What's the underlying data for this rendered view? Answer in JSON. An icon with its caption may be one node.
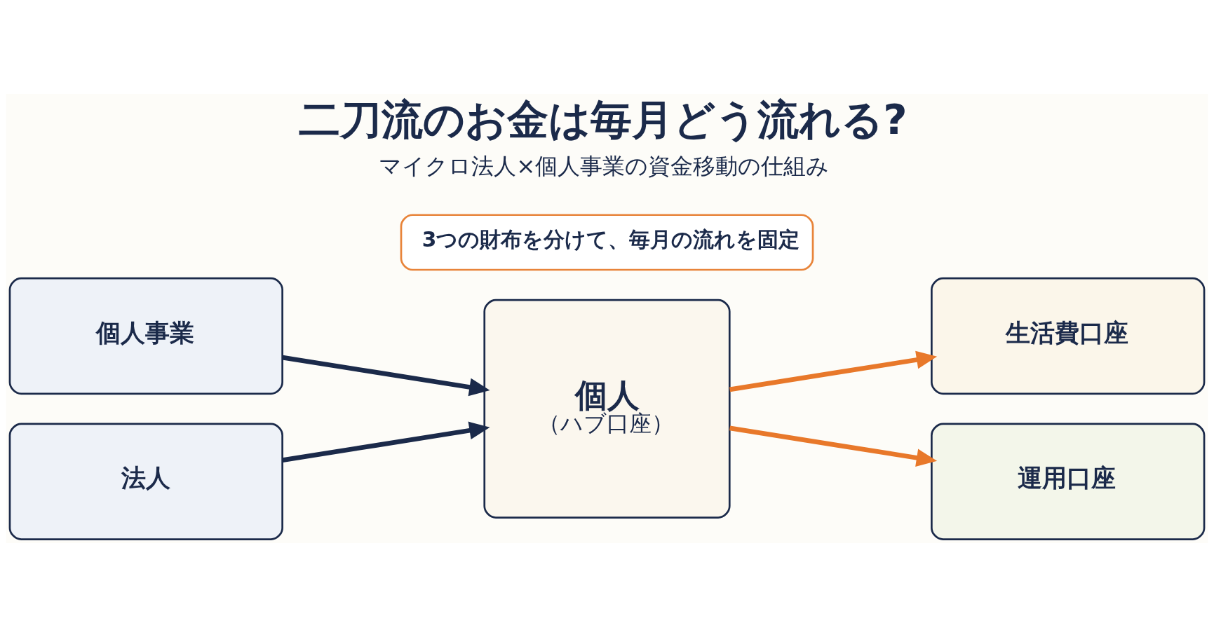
{
  "diagram": {
    "title": "二刀流のお金は毎月どう流れる?",
    "nodes": [
      {
        "text": [
          "3つの財布を分けて、毎月の流れを固定"
        ]
      },
      {
        "text": [
          "個人事業"
        ]
      },
      {
        "text": [
          "法人"
        ]
      },
      {
        "text": [
          "個人",
          "（ハブ口座）"
        ]
      },
      {
        "text": [
          "生活費口座"
        ]
      },
      {
        "text": [
          "運用口座"
        ]
      }
    ],
    "edges": [
      {
        "from": 1,
        "to": 3,
        "arrow": "to",
        "color": "#1b2a4a"
      },
      {
        "from": 2,
        "to": 3,
        "arrow": "to",
        "color": "#1b2a4a"
      },
      {
        "from": 3,
        "to": 4,
        "arrow": "to",
        "color": "#e8782a"
      },
      {
        "from": 3,
        "to": 5,
        "arrow": "to",
        "color": "#e8782a"
      }
    ],
    "labels": [
      "マイクロ法人×個人事業の資金移動の仕組み"
    ]
  }
}
